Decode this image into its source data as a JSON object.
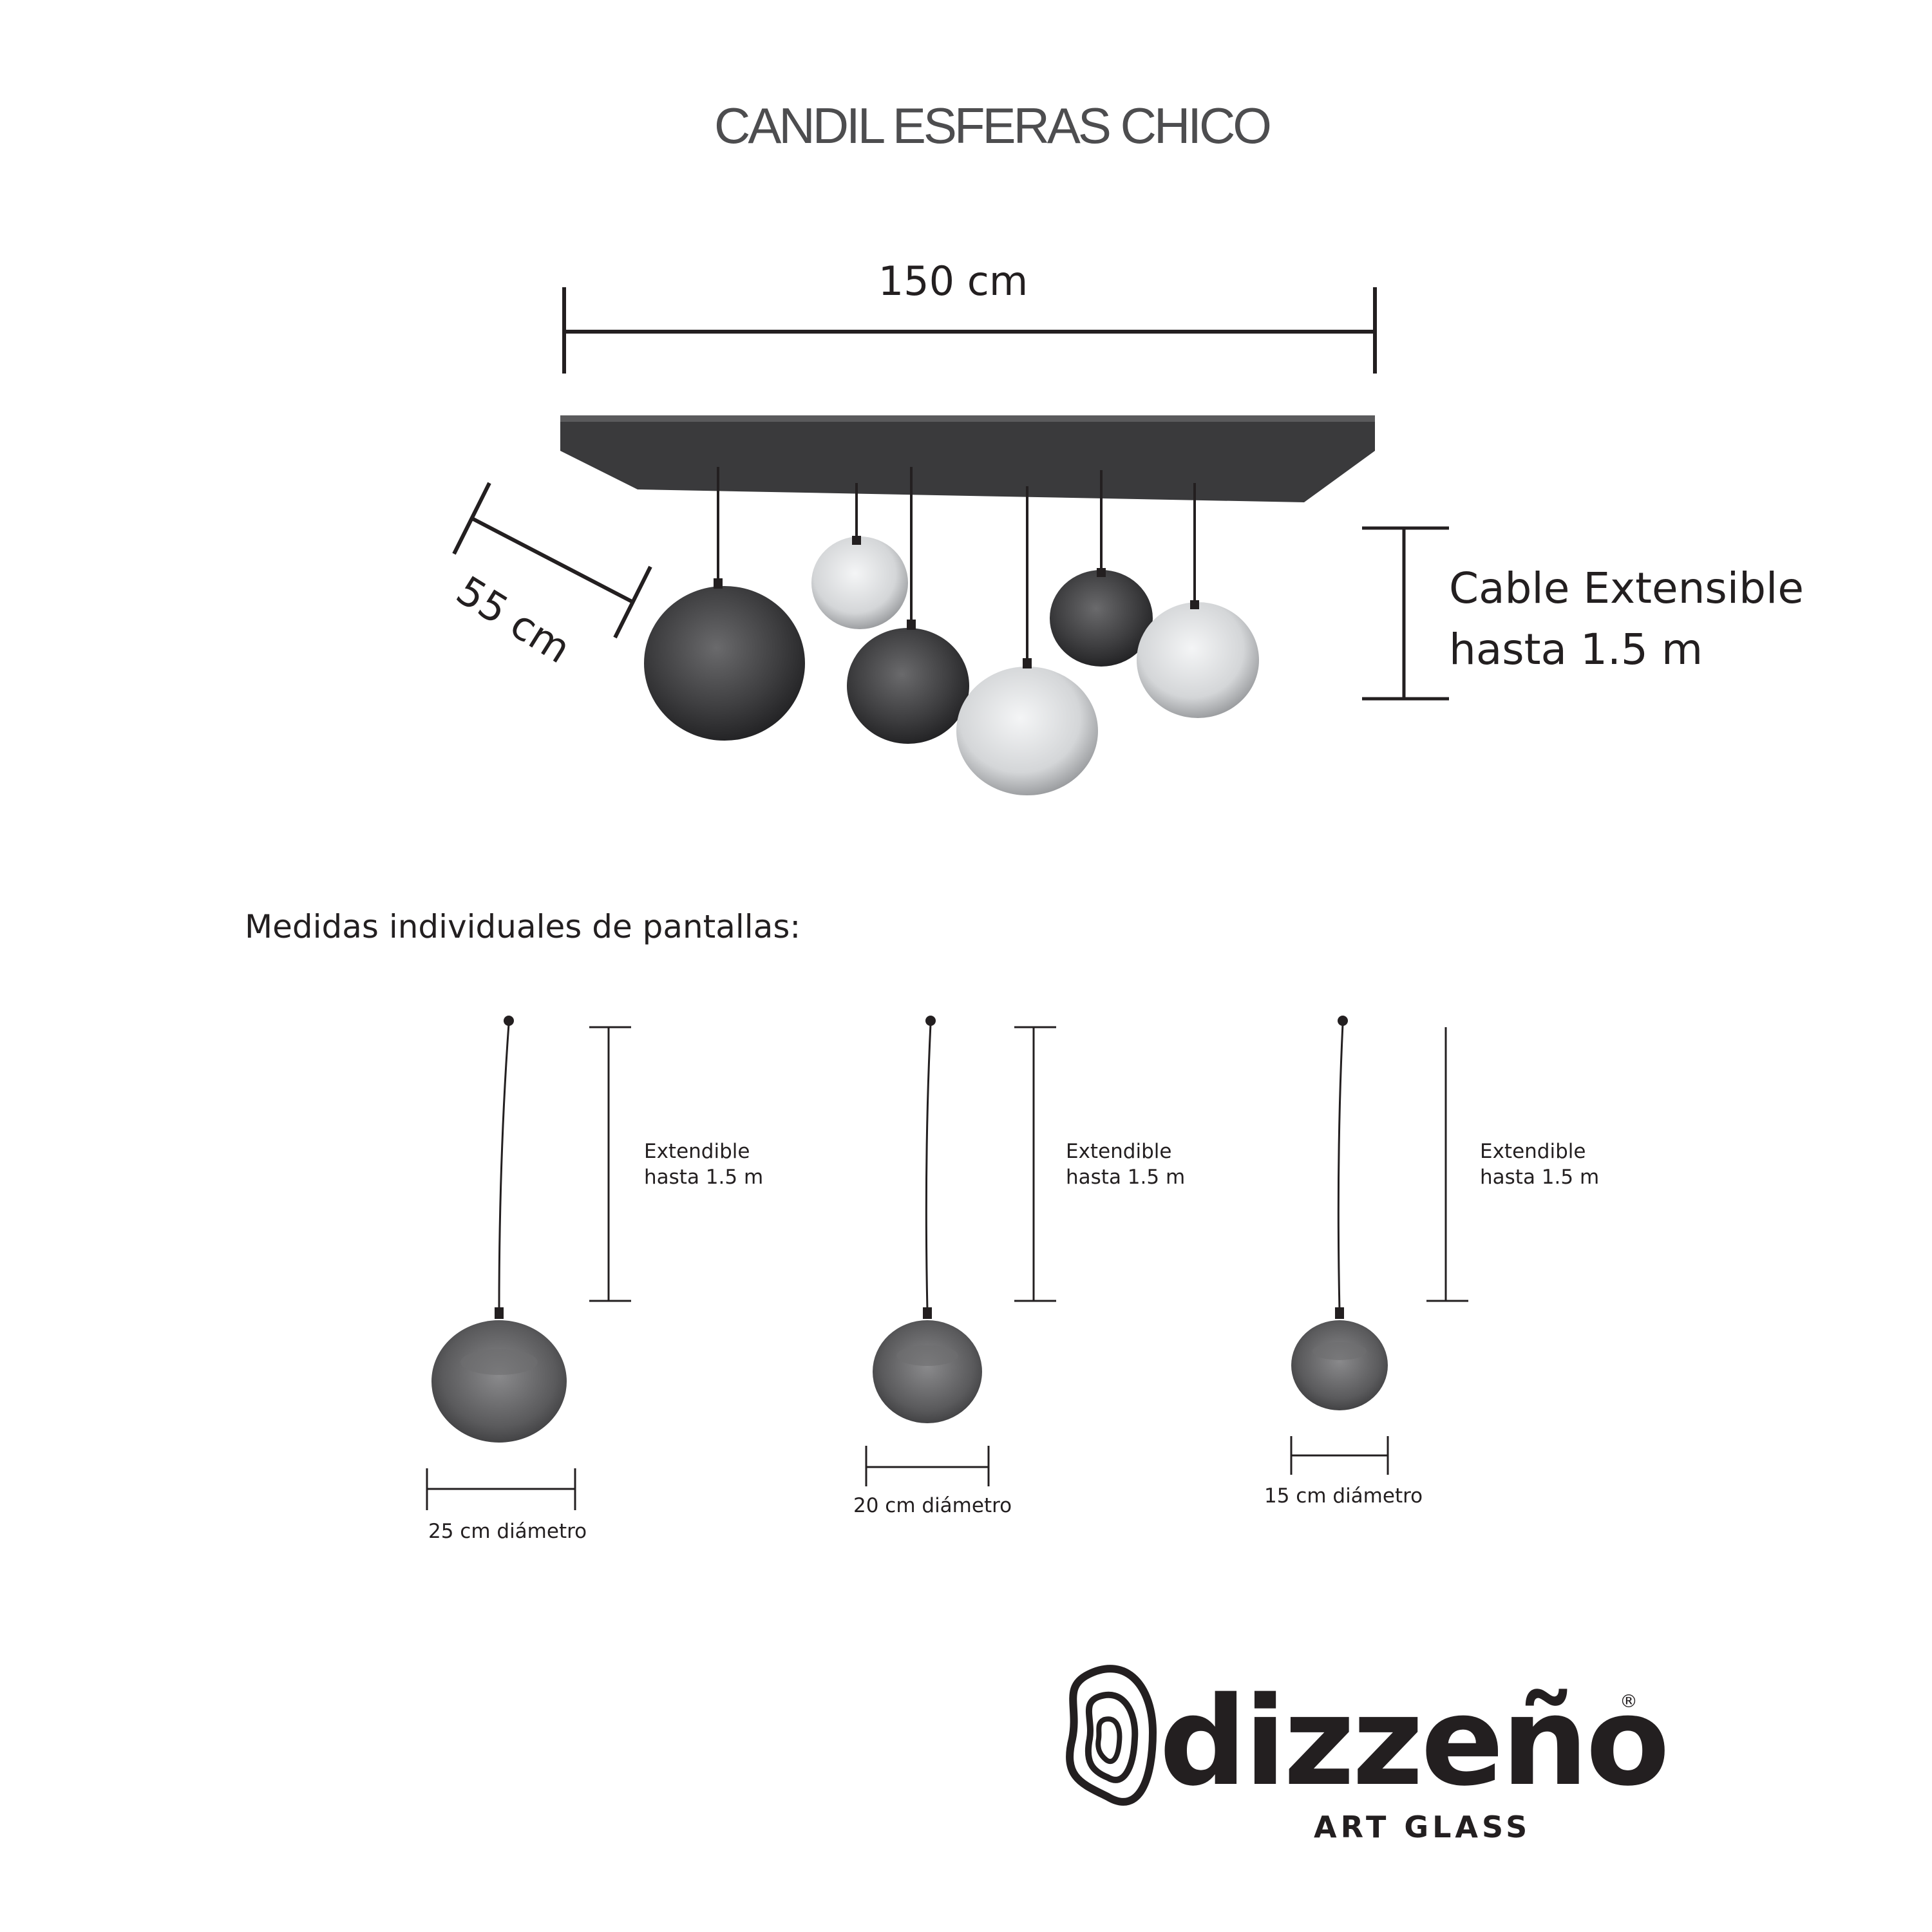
{
  "title": "CANDIL ESFERAS CHICO",
  "dimensions": {
    "width": "150 cm",
    "depth": "55 cm",
    "cable_line1": "Cable Extensible",
    "cable_line2": "hasta 1.5 m"
  },
  "subtitle": "Medidas individuales de pantallas:",
  "pendants": [
    {
      "ext_line1": "Extendible",
      "ext_line2": "hasta 1.5 m",
      "diameter": "25 cm diámetro"
    },
    {
      "ext_line1": "Extendible",
      "ext_line2": "hasta 1.5 m",
      "diameter": "20 cm diámetro"
    },
    {
      "ext_line1": "Extendible",
      "ext_line2": "hasta 1.5 m",
      "diameter": "15 cm diámetro"
    }
  ],
  "brand": {
    "name": "dizzeño",
    "tagline": "ART GLASS",
    "registered": "®"
  },
  "colors": {
    "ink": "#231f20",
    "title_gray": "#4d4d4f",
    "canopy": "#3a3a3c",
    "smoke_glass": "#4a4a4c",
    "clear_glass": "#cfd1d3"
  },
  "icons": [
    "brand-swirl-icon"
  ]
}
